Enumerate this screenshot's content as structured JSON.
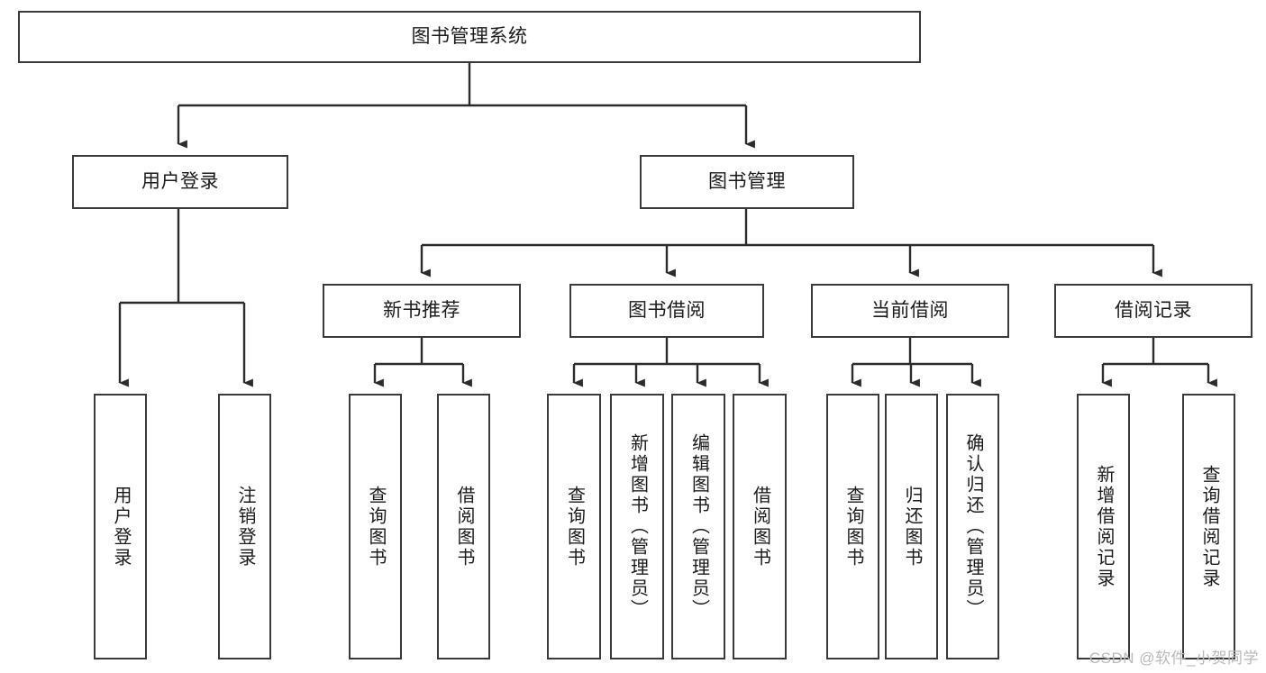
{
  "diagram": {
    "title": "图书管理系统",
    "type": "hierarchy-tree",
    "root": {
      "label": "图书管理系统"
    },
    "level2": [
      {
        "label": "用户登录"
      },
      {
        "label": "图书管理"
      }
    ],
    "level3": [
      {
        "label": "新书推荐"
      },
      {
        "label": "图书借阅"
      },
      {
        "label": "当前借阅"
      },
      {
        "label": "借阅记录"
      }
    ],
    "leaves_user_login": [
      {
        "label": "用户登录"
      },
      {
        "label": "注销登录"
      }
    ],
    "leaves_new_book": [
      {
        "label": "查询图书"
      },
      {
        "label": "借阅图书"
      }
    ],
    "leaves_borrow": [
      {
        "label": "查询图书"
      },
      {
        "label": "新增图书（管理员）"
      },
      {
        "label": "编辑图书（管理员）"
      },
      {
        "label": "借阅图书"
      }
    ],
    "leaves_current": [
      {
        "label": "查询图书"
      },
      {
        "label": "归还图书"
      },
      {
        "label": "确认归还（管理员）"
      }
    ],
    "leaves_records": [
      {
        "label": "新增借阅记录"
      },
      {
        "label": "查询借阅记录"
      }
    ],
    "colors": {
      "border": "#3a3a3a",
      "background": "#ffffff",
      "text": "#1b1b1b",
      "connector": "#2b2b2b",
      "watermark": "#b9b9b9"
    }
  },
  "watermark": {
    "text": "CSDN @软件_小贺同学"
  }
}
